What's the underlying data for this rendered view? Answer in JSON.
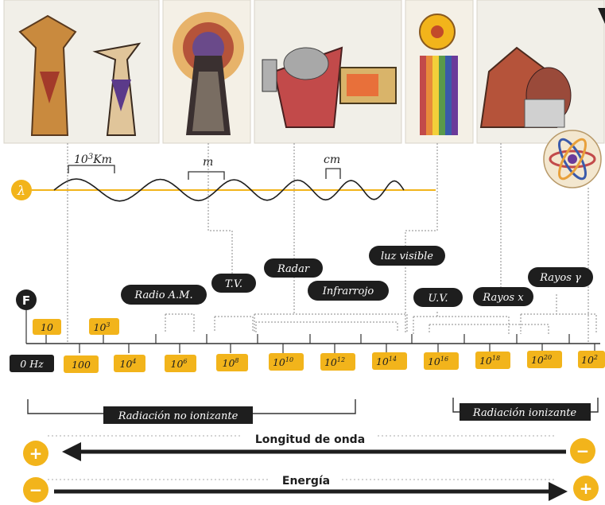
{
  "wave_labels": {
    "km": "10",
    "km_exp": "3",
    "km_unit": "Km",
    "m": "m",
    "cm": "cm"
  },
  "lambda_symbol": "λ",
  "f_symbol": "F",
  "bands": [
    "Radio A.M.",
    "T.V.",
    "Radar",
    "Infrarrojo",
    "luz visible",
    "U.V.",
    "Rayos x",
    "Rayos γ"
  ],
  "ticks_above": [
    {
      "base": "10",
      "exp": ""
    },
    {
      "base": "10",
      "exp": "3"
    }
  ],
  "ticks_below": [
    {
      "base": "0 Hz",
      "exp": ""
    },
    {
      "base": "100",
      "exp": ""
    },
    {
      "base": "10",
      "exp": "4"
    },
    {
      "base": "10",
      "exp": "6"
    },
    {
      "base": "10",
      "exp": "8"
    },
    {
      "base": "10",
      "exp": "10"
    },
    {
      "base": "10",
      "exp": "12"
    },
    {
      "base": "10",
      "exp": "14"
    },
    {
      "base": "10",
      "exp": "16"
    },
    {
      "base": "10",
      "exp": "18"
    },
    {
      "base": "10",
      "exp": "20"
    },
    {
      "base": "10",
      "exp": "2"
    }
  ],
  "regions": {
    "non_ionizing": "Radiación no ionizante",
    "ionizing": "Radiación ionizante"
  },
  "arrows": {
    "wavelength": "Longitud de onda",
    "energy": "Energía",
    "plus": "+",
    "minus": "−"
  },
  "colors": {
    "accent": "#f2b41b",
    "dark": "#1e1e1e",
    "line": "#777777"
  }
}
